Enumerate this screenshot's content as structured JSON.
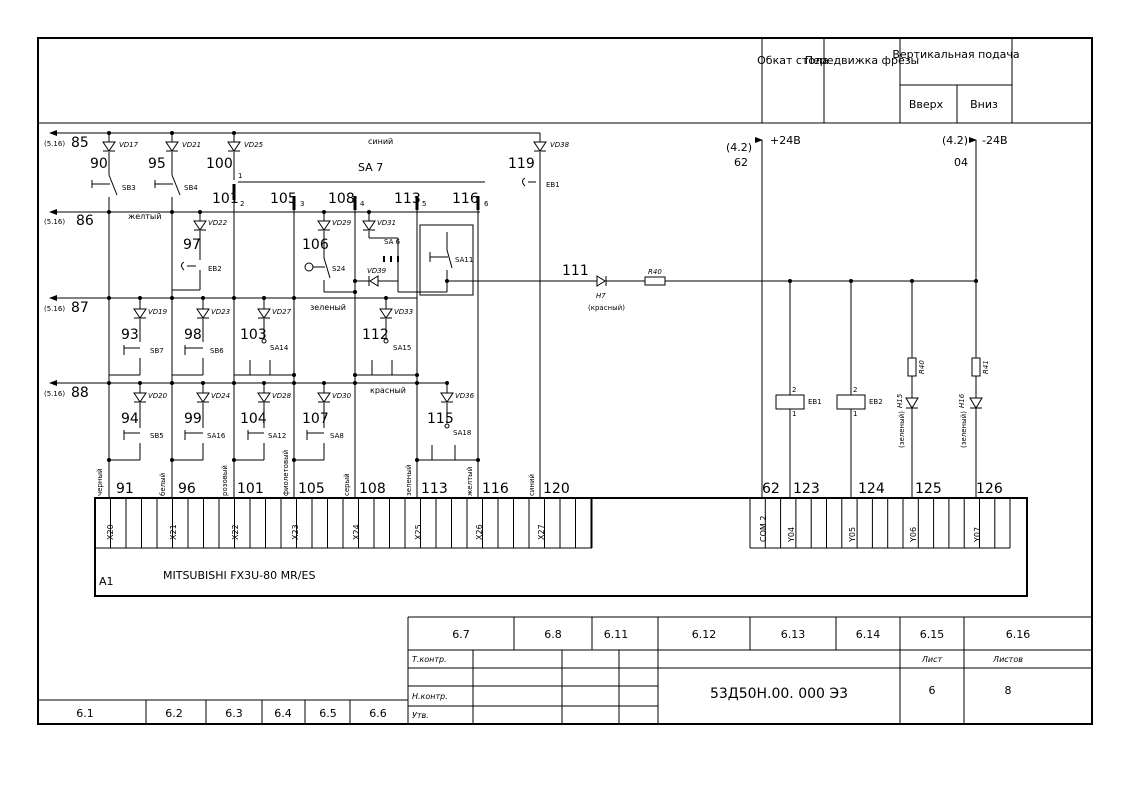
{
  "header": {
    "table_cut": "Обкат стола",
    "mill_travel": "Передвижка фрезы",
    "vertical_feed": "Вертикальная подача",
    "up": "Вверх",
    "down": "Вниз"
  },
  "power": {
    "plus_ref": "(4.2)",
    "plus_label": "+24В",
    "plus_wire": "62",
    "minus_ref": "(4.2)",
    "minus_label": "-24В",
    "minus_wire": "04"
  },
  "rails": [
    {
      "ref": "(5.16)",
      "num": "85"
    },
    {
      "ref": "(5.16)",
      "num": "86"
    },
    {
      "ref": "(5.16)",
      "num": "87"
    },
    {
      "ref": "(5.16)",
      "num": "88"
    }
  ],
  "wire_colors": {
    "blue": "синий",
    "yellow": "желтый",
    "green": "зеленый",
    "red": "красный"
  },
  "switch_sa7": "SA 7",
  "sa7_contacts": [
    "1",
    "2",
    "3",
    "4",
    "5",
    "6"
  ],
  "sa7_wires": [
    "100",
    "101",
    "105",
    "108",
    "113",
    "116",
    "119"
  ],
  "diodes": [
    "VD17",
    "VD21",
    "VD25",
    "VD38",
    "VD22",
    "VD29",
    "VD31",
    "VD39",
    "VD19",
    "VD23",
    "VD27",
    "VD33",
    "VD20",
    "VD24",
    "VD28",
    "VD30",
    "VD36"
  ],
  "wire_numbers_top": [
    "90",
    "95",
    "97",
    "106",
    "93",
    "98",
    "103",
    "112",
    "94",
    "99",
    "104",
    "107",
    "115",
    "111"
  ],
  "devices": {
    "sb3": "SB3",
    "sb4": "SB4",
    "eb1": "EB1",
    "eb2": "EB2",
    "s24": "S24",
    "sa6": "SA 6",
    "sa11": "SA11",
    "sb7": "SB7",
    "sb6": "SB6",
    "sa14": "SA14",
    "sa15": "SA15",
    "sb5": "SB5",
    "sa16": "SA16",
    "sa12": "SA12",
    "sa8": "SA8",
    "sa18": "SA18"
  },
  "lamp": {
    "name": "H7",
    "color": "(красный)",
    "resistor": "R40"
  },
  "pin_labels": {
    "p1": "1",
    "p2": "2",
    "p3": "3",
    "p4": "4",
    "p5": "5",
    "p6": "6"
  },
  "output_section": {
    "coil1": "EB1",
    "coil2": "EB2",
    "h15": "H15",
    "h16": "H16",
    "r40": "R40",
    "r41": "R41",
    "green": "(зеленый)"
  },
  "bottom_wires": [
    {
      "color": "черный",
      "num": "91"
    },
    {
      "color": "белый",
      "num": "96"
    },
    {
      "color": "розовый",
      "num": "101"
    },
    {
      "color": "фиолетовый",
      "num": "105"
    },
    {
      "color": "серый",
      "num": "108"
    },
    {
      "color": "зеленый",
      "num": "113"
    },
    {
      "color": "желтый",
      "num": "116"
    },
    {
      "color": "синий",
      "num": "120"
    }
  ],
  "output_wires": [
    "62",
    "123",
    "124",
    "125",
    "126"
  ],
  "plc": {
    "ref": "A1",
    "model": "MITSUBISHI FX3U-80 MR/ES",
    "inputs": [
      "X20",
      "X21",
      "X22",
      "X23",
      "X24",
      "X25",
      "X26",
      "X27"
    ],
    "outputs": [
      "COM 2",
      "Y04",
      "Y05",
      "Y06",
      "Y07"
    ]
  },
  "columns_bottom": [
    "6.1",
    "6.2",
    "6.3",
    "6.4",
    "6.5",
    "6.6"
  ],
  "columns_top": [
    "6.7",
    "6.8",
    "6.11",
    "6.12",
    "6.13",
    "6.14",
    "6.15",
    "6.16"
  ],
  "title_block": {
    "t_kontr": "Т.контр.",
    "n_kontr": "Н.контр.",
    "utv": "Утв.",
    "sheet_label": "Лист",
    "sheets_label": "Листов",
    "designation": "53Д50Н.00. 000 Э3",
    "sheet": "6",
    "sheets": "8"
  }
}
